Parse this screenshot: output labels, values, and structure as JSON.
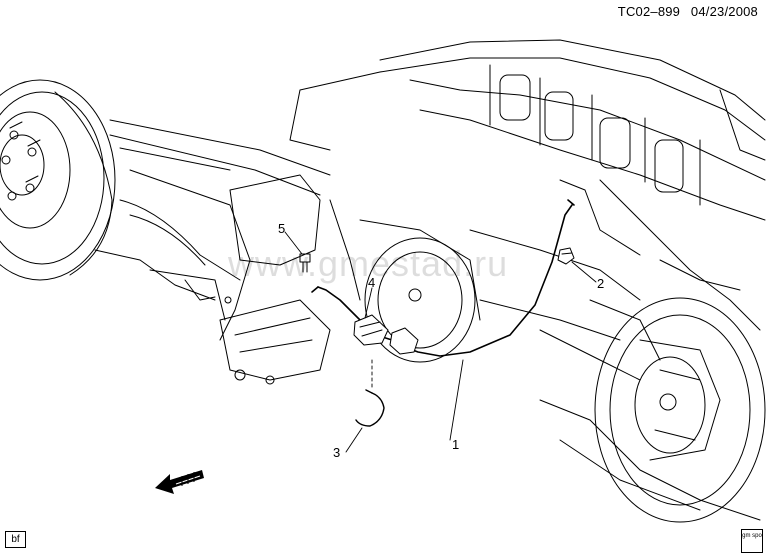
{
  "header": {
    "code": "TC02–899",
    "date": "04/23/2008"
  },
  "callouts": {
    "c1": "1",
    "c2": "2",
    "c3": "3",
    "c4": "4",
    "c5": "5"
  },
  "watermark": "www.gmestad.ru",
  "corner_tag": "bf",
  "logo": {
    "text": "gm spo",
    "name": "gm-spo-logo"
  },
  "arrow_icon": "front-direction-arrow-icon"
}
